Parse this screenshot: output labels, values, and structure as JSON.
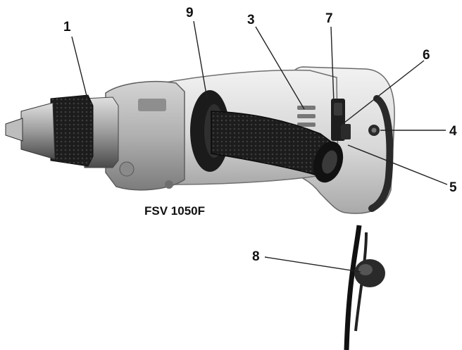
{
  "figure": {
    "model_label": "FSV 1050F",
    "callouts": {
      "c1": "1",
      "c3": "3",
      "c4": "4",
      "c5": "5",
      "c6": "6",
      "c7": "7",
      "c8": "8",
      "c9": "9"
    }
  },
  "colors": {
    "background": "#ffffff",
    "housing": "#d9d9d9",
    "gearbox": "#bdbdbd",
    "grip": "#1f1f1f",
    "chuck": "#9a9a9a",
    "text": "#111111"
  }
}
